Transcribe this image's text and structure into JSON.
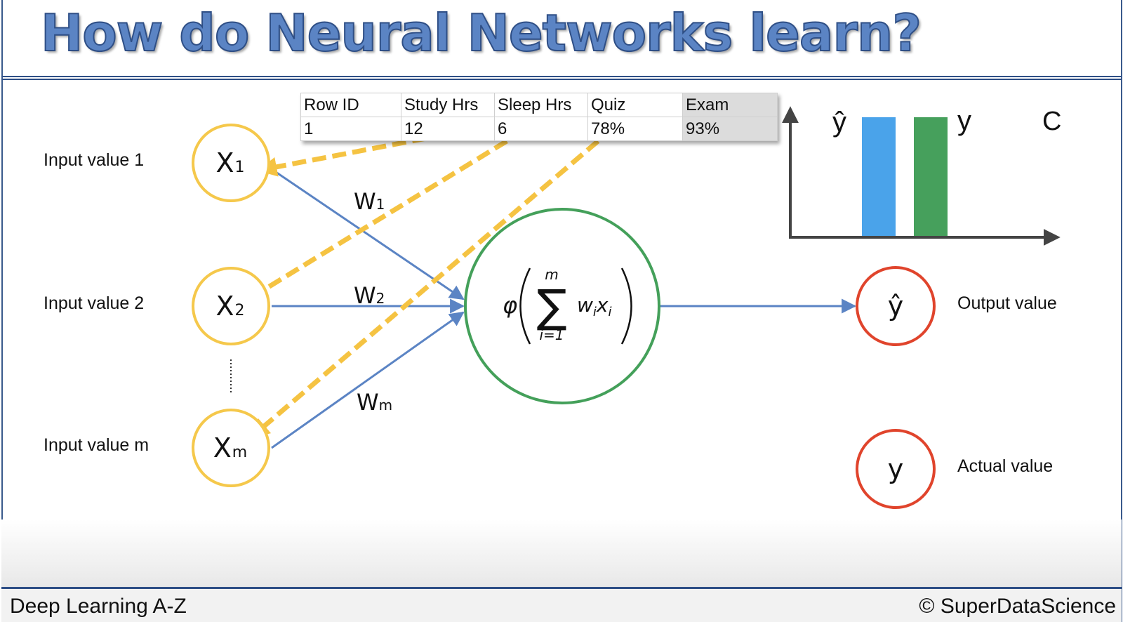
{
  "title": "How do Neural Networks learn?",
  "footer": {
    "course": "Deep Learning A-Z",
    "copyright": "© SuperDataScience"
  },
  "inputs": [
    {
      "label": "Input value 1",
      "symbol": "X",
      "subscript": "1",
      "weight": "W",
      "weight_subscript": "1"
    },
    {
      "label": "Input value 2",
      "symbol": "X",
      "subscript": "2",
      "weight": "W",
      "weight_subscript": "2"
    },
    {
      "label": "Input value m",
      "symbol": "X",
      "subscript": "m",
      "weight": "W",
      "weight_subscript": "m"
    }
  ],
  "neuron": {
    "phi": "φ",
    "sum_upper": "m",
    "sum": "∑",
    "sum_lower": "i=1",
    "term_w": "w",
    "term_x": "x",
    "index": "i"
  },
  "output": {
    "symbol": "ŷ",
    "label": "Output value"
  },
  "actual": {
    "symbol": "y",
    "label": "Actual value"
  },
  "table": {
    "headers": [
      "Row ID",
      "Study Hrs",
      "Sleep Hrs",
      "Quiz",
      "Exam"
    ],
    "rows": [
      [
        "1",
        "12",
        "6",
        "78%",
        "93%"
      ]
    ]
  },
  "cost_chart": {
    "predicted_label": "ŷ",
    "actual_label": "y",
    "cost_label": "C"
  },
  "colors": {
    "title_fill": "#5b84c4",
    "input_circle": "#f5c84b",
    "neuron_circle": "#44a05a",
    "output_circle": "#e0442c",
    "connection": "#5b84c4",
    "data_arrow": "#f5c342",
    "bar_predicted": "#4aa3ea",
    "bar_actual": "#46a05c"
  }
}
